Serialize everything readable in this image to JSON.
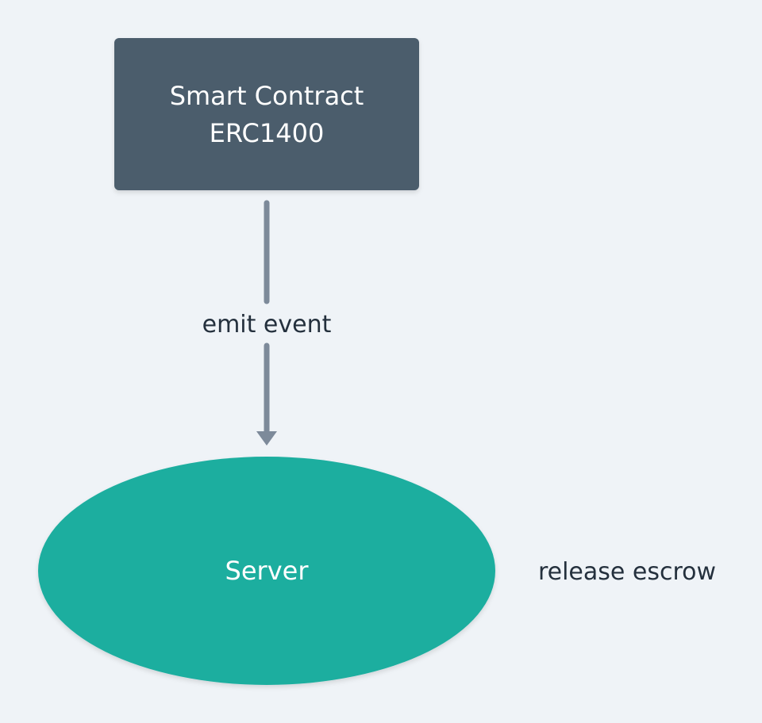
{
  "diagram": {
    "nodes": {
      "contract": {
        "line1": "Smart Contract",
        "line2": "ERC1400"
      },
      "server": {
        "label": "Server"
      }
    },
    "edges": {
      "contract_to_server": {
        "label": "emit event"
      }
    },
    "annotations": {
      "release": {
        "label": "release escrow"
      }
    }
  },
  "colors": {
    "background": "#eff3f7",
    "contract_fill": "#4b5d6c",
    "server_fill": "#1cae9f",
    "arrow": "#7d8a9a",
    "text_dark": "#24303d",
    "text_light": "#ffffff"
  }
}
